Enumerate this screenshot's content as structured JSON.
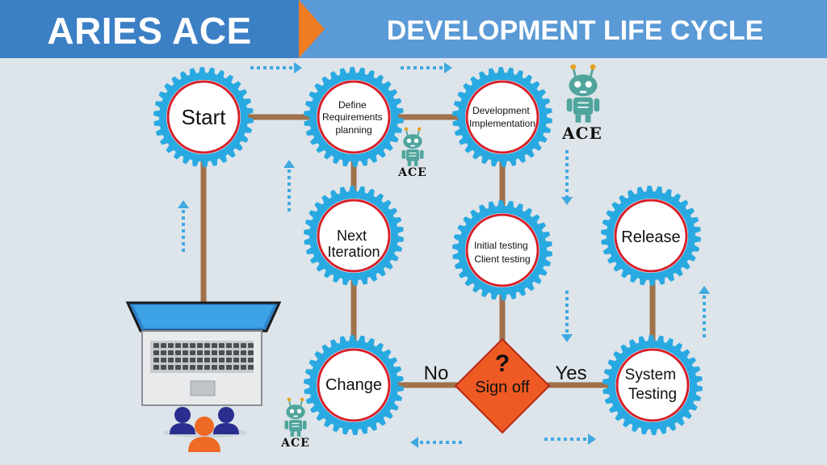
{
  "header": {
    "title": "ARIES ACE",
    "subtitle": "DEVELOPMENT LIFE CYCLE"
  },
  "nodes": {
    "start": [
      "Start"
    ],
    "define": [
      "Define",
      "Requirements",
      "planning"
    ],
    "development": [
      "Development",
      "Implementation"
    ],
    "next_iteration": [
      "Next",
      "Iteration"
    ],
    "initial_testing": [
      "Initial testing",
      "Client testing"
    ],
    "release": [
      "Release"
    ],
    "change": [
      "Change"
    ],
    "system_testing": [
      "System",
      "Testing"
    ]
  },
  "decision": {
    "symbol": "?",
    "label": "Sign off",
    "no_label": "No",
    "yes_label": "Yes"
  },
  "mascot_label": "ACE",
  "colors": {
    "header_left": "#3b7fc4",
    "header_right": "#5a9ad6",
    "header_arrow": "#f07c22",
    "gear": "#29a9e1",
    "gear_ring": "#d6202a",
    "connector": "#a0714b",
    "decision_fill": "#ef5a24",
    "decision_symbol": "#ffd200",
    "no_label": "#d6202a",
    "yes_label": "#2e7d32",
    "robot": "#4fa59c",
    "flow_arrow": "#3fa9e0"
  },
  "icons": [
    "laptop-icon",
    "users-icon",
    "robot-icon",
    "dotted-arrow-icon"
  ]
}
